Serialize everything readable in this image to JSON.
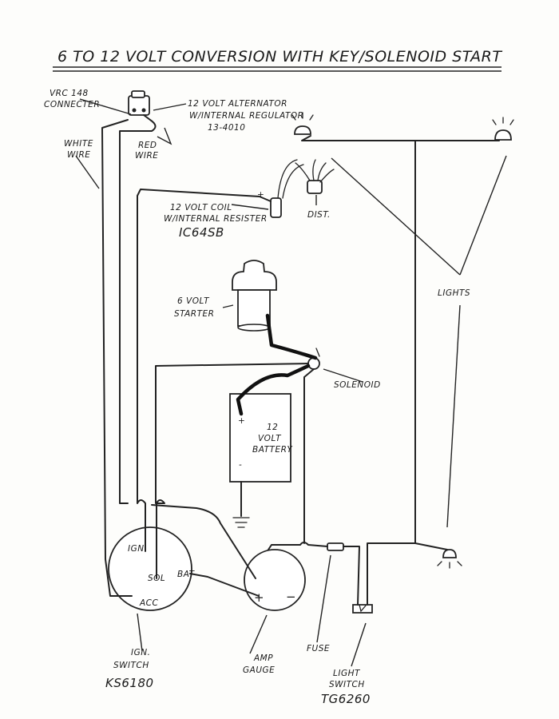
{
  "title": "6 TO 12 VOLT CONVERSION WITH KEY/SOLENOID START",
  "labels": {
    "connector_1": "VRC 148",
    "connector_2": "CONNECTER",
    "alternator_1": "12 VOLT ALTERNATOR",
    "alternator_2": "W/INTERNAL REGULATOR",
    "alternator_3": "13-4010",
    "white_wire_1": "WHITE",
    "white_wire_2": "WIRE",
    "red_wire_1": "RED",
    "red_wire_2": "WIRE",
    "coil_1": "12 VOLT COIL",
    "coil_2": "W/INTERNAL RESISTER",
    "coil_3": "IC64SB",
    "dist": "DIST.",
    "starter_1": "6 VOLT",
    "starter_2": "STARTER",
    "lights": "LIGHTS",
    "solenoid": "SOLENOID",
    "battery_1": "12",
    "battery_2": "VOLT",
    "battery_3": "BATTERY",
    "plus": "+",
    "minus": "-",
    "ign": "IGN",
    "sol": "SOL",
    "bat": "BAT",
    "acc": "ACC",
    "amp_plus": "+",
    "amp_minus": "−",
    "ign_switch_1": "IGN.",
    "ign_switch_2": "SWITCH",
    "ign_switch_3": "KS6180",
    "amp_1": "AMP",
    "amp_2": "GAUGE",
    "fuse": "FUSE",
    "light_switch_1": "LIGHT",
    "light_switch_2": "SWITCH",
    "light_switch_3": "TG6260"
  }
}
